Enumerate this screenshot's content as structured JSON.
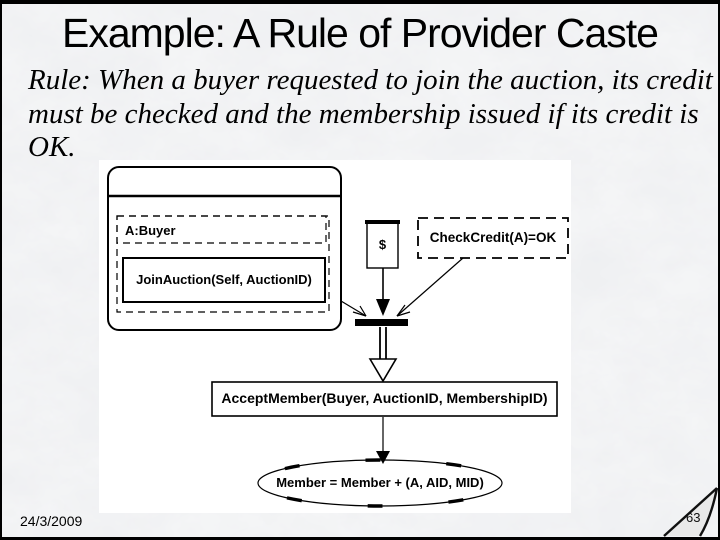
{
  "slide": {
    "title": "Example: A Rule of Provider Caste",
    "rule_lines": [
      "Rule: When a buyer requested to join the auction, its credit",
      "must be checked and the membership issued if its credit is",
      "OK."
    ],
    "date": "24/3/2009",
    "page_number": "63"
  },
  "diagram": {
    "buyer_frame": {
      "role": "A:Buyer",
      "event": "JoinAuction(Self, AuctionID)"
    },
    "state_label": "$",
    "condition_label": "CheckCredit(A)=OK",
    "action_label": "AcceptMember(Buyer, AuctionID, MembershipID)",
    "postcondition_label": "Member = Member + (A, AID, MID)"
  },
  "colors": {
    "background_tint": "#eef0f1",
    "panel": "#ffffff",
    "ink": "#000000",
    "fold_fill": "#e9e9e9"
  }
}
